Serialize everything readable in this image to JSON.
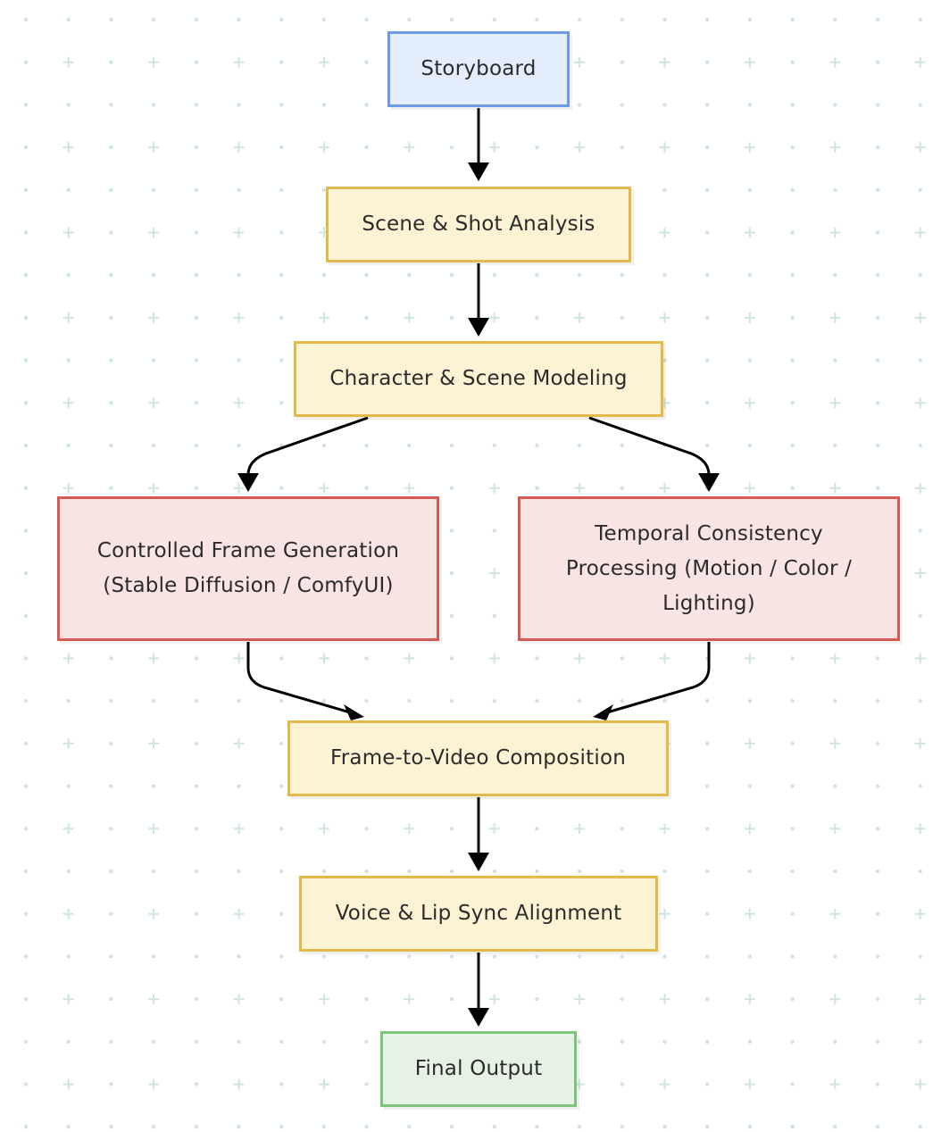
{
  "diagram": {
    "nodes": {
      "storyboard": "Storyboard",
      "scene_shot_analysis": "Scene & Shot Analysis",
      "character_scene_modeling": "Character & Scene Modeling",
      "controlled_frame_generation": "Controlled Frame Generation (Stable Diffusion / ComfyUI)",
      "temporal_consistency": "Temporal Consistency Processing (Motion / Color / Lighting)",
      "frame_to_video": "Frame-to-Video Composition",
      "voice_lip_sync": "Voice & Lip Sync Alignment",
      "final_output": "Final Output"
    },
    "edges": [
      {
        "from": "storyboard",
        "to": "scene_shot_analysis"
      },
      {
        "from": "scene_shot_analysis",
        "to": "character_scene_modeling"
      },
      {
        "from": "character_scene_modeling",
        "to": "controlled_frame_generation"
      },
      {
        "from": "character_scene_modeling",
        "to": "temporal_consistency"
      },
      {
        "from": "controlled_frame_generation",
        "to": "frame_to_video"
      },
      {
        "from": "temporal_consistency",
        "to": "frame_to_video"
      },
      {
        "from": "frame_to_video",
        "to": "voice_lip_sync"
      },
      {
        "from": "voice_lip_sync",
        "to": "final_output"
      }
    ],
    "colors": {
      "start_fill": "#e3edfc",
      "start_border": "#6e9ae6",
      "process_fill": "#fcf3d4",
      "process_border": "#e2b94a",
      "parallel_fill": "#f7e4e3",
      "parallel_border": "#d45a58",
      "end_fill": "#e6f3e4",
      "end_border": "#7bc47a",
      "edge": "#000000",
      "grid_marks": "#cfe3e3"
    }
  }
}
